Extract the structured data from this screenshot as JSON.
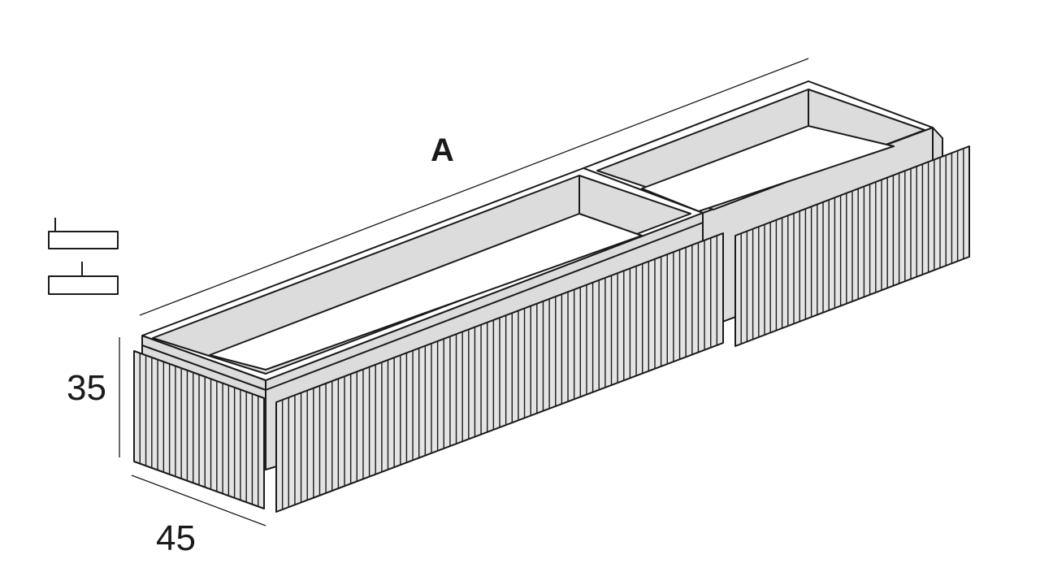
{
  "dimensions": {
    "width_label": "A",
    "height_label": "35",
    "depth_label": "45"
  },
  "legend_icons": [
    "wall-mount-high-icon",
    "wall-mount-low-icon"
  ],
  "colors": {
    "line": "#1a1a1a",
    "surface": "#dcdcdc",
    "background": "#ffffff"
  }
}
